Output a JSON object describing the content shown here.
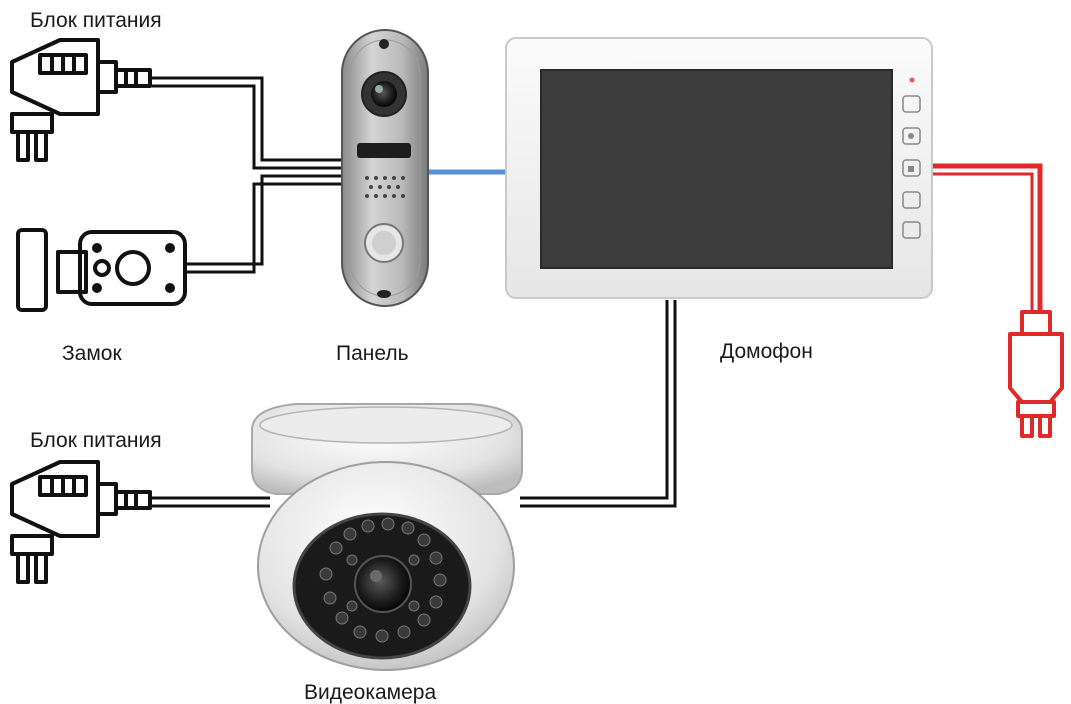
{
  "labels": {
    "power_supply_top": "Блок питания",
    "lock": "Замок",
    "panel": "Панель",
    "intercom": "Домофон",
    "power_supply_bottom": "Блок питания",
    "camera": "Видеокамера"
  },
  "colors": {
    "panel_link": "#5b8fd6",
    "mains_cable": "#e02a2a",
    "wire": "#111111",
    "monitor_screen": "#3d3d3d"
  },
  "icons": {
    "power_supply_top": "power-adapter-icon",
    "lock": "door-lock-icon",
    "power_supply_bottom": "power-adapter-icon",
    "mains_plug": "mains-plug-icon"
  }
}
